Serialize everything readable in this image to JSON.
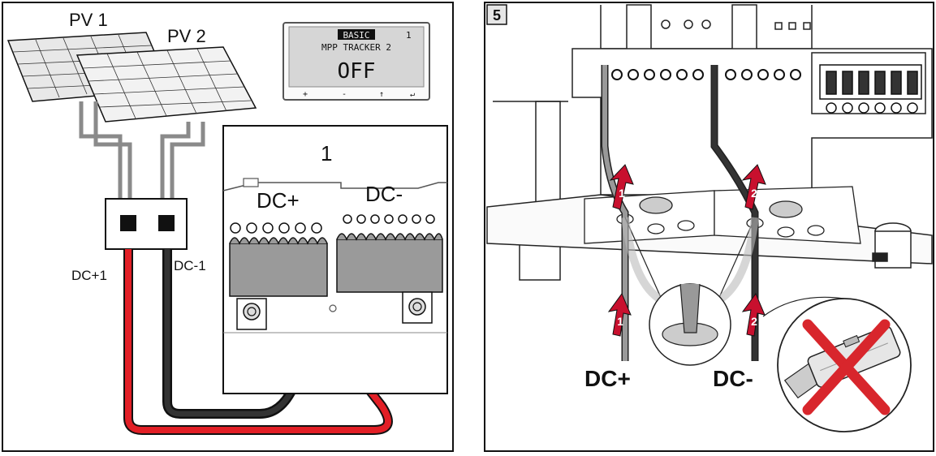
{
  "panel_left": {
    "pv1_label": "PV 1",
    "pv2_label": "PV 2",
    "display": {
      "menu_label": "BASIC",
      "page_number": "1",
      "setting_name": "MPP TRACKER 2",
      "value": "OFF",
      "softkeys": [
        "+",
        "-",
        "↑",
        "↵"
      ]
    },
    "inset_number": "1",
    "dc_plus_terminal": "DC+",
    "dc_minus_terminal": "DC-",
    "cable_dc_plus1": "DC+1",
    "cable_dc_minus1": "DC-1"
  },
  "panel_right": {
    "step_number": "5",
    "marker_1": "1",
    "marker_2": "2",
    "dc_plus_label": "DC+",
    "dc_minus_label": "DC-"
  },
  "colors": {
    "red_cable": "#e21f26",
    "black_cable": "#1e1e1e",
    "grey_cable": "#8a8a8a",
    "arrow_red": "#c8102e",
    "cross_red": "#d8262c"
  }
}
